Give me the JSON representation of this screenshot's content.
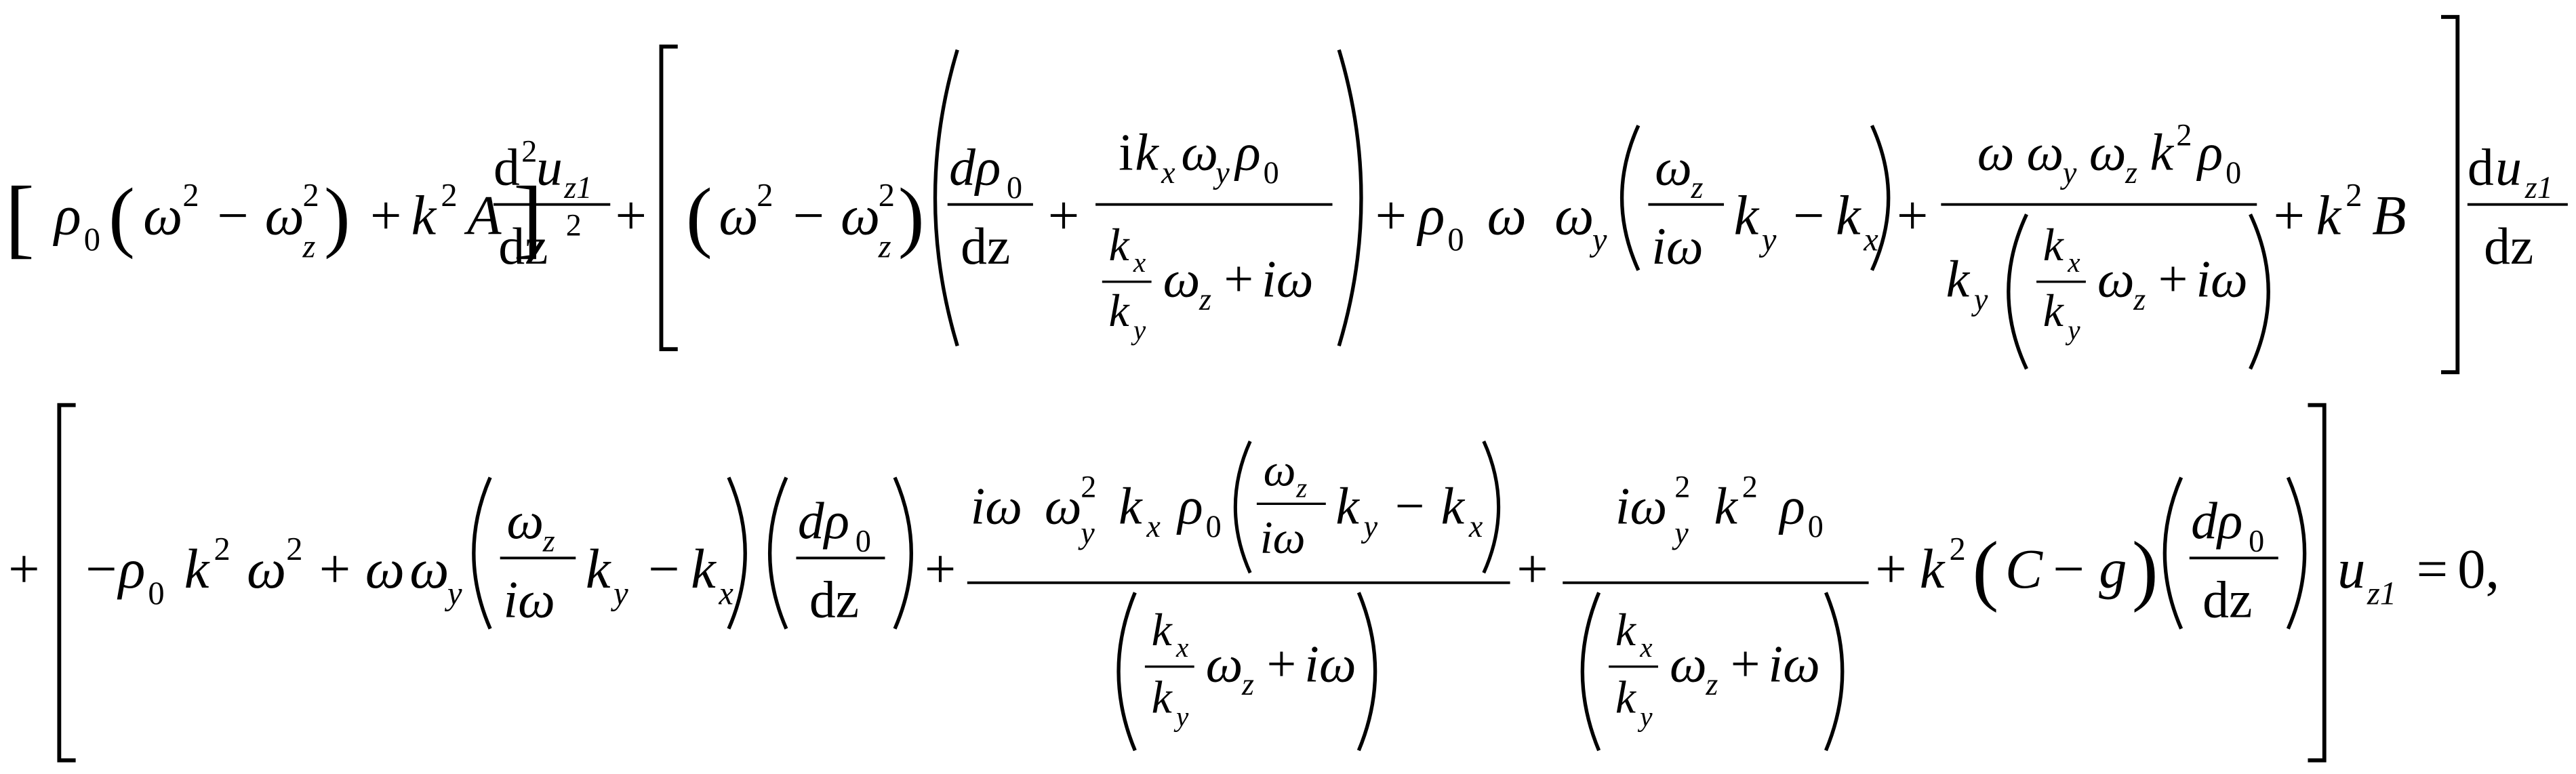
{
  "equation": {
    "line1": {
      "s1": "[",
      "s2": "ρ",
      "s3": "0",
      "s4": "(",
      "s5": "ω",
      "s6": "2",
      "s7": "−",
      "s8": "ω",
      "s9": "2",
      "s10": "z",
      "s11": ")",
      "s12": "+",
      "s13": "k",
      "s14": "2",
      "s15": "A",
      "s16": "]",
      "s17": "d",
      "s18": "2",
      "s19": "u",
      "s20": "z1",
      "s21": "dz",
      "s22": "2",
      "s23": "+",
      "s24": "(",
      "s25": "ω",
      "s26": "2",
      "s27": "−",
      "s28": "ω",
      "s29": "2",
      "s30": "z",
      "s31": ")",
      "s32": "dρ",
      "s33": "0",
      "s34": "dz",
      "s35": "+",
      "s36": "i",
      "s37": "k",
      "s38": "x",
      "s39": "ω",
      "s40": "y",
      "s41": "ρ",
      "s42": "0",
      "s43": "k",
      "s44": "x",
      "s45": "k",
      "s46": "y",
      "s47": "ω",
      "s48": "z",
      "s49": "+",
      "s50": "iω",
      "s51": "+",
      "s52": "ρ",
      "s53": "0",
      "s54": "ω",
      "s55": "ω",
      "s56": "y",
      "s57": "ω",
      "s58": "z",
      "s59": "iω",
      "s60": "k",
      "s61": "y",
      "s62": "−",
      "s63": "k",
      "s64": "x",
      "s65": "+",
      "s66": "ω",
      "s67": "ω",
      "s68": "y",
      "s69": "ω",
      "s70": "z",
      "s71": "k",
      "s72": "2",
      "s73": "ρ",
      "s74": "0",
      "s75": "k",
      "s76": "y",
      "s77": "k",
      "s78": "x",
      "s79": "k",
      "s80": "y",
      "s81": "ω",
      "s82": "z",
      "s83": "+",
      "s84": "iω",
      "s85": "+",
      "s86": "k",
      "s87": "2",
      "s88": "B",
      "s89": "d",
      "s90": "u",
      "s91": "z1",
      "s92": "dz"
    },
    "line2": {
      "s1": "+",
      "s2": "−",
      "s3": "ρ",
      "s4": "0",
      "s5": "k",
      "s6": "2",
      "s7": "ω",
      "s8": "2",
      "s9": "+",
      "s10": "ω",
      "s11": "ω",
      "s12": "y",
      "s13": "ω",
      "s14": "z",
      "s15": "iω",
      "s16": "k",
      "s17": "y",
      "s18": "−",
      "s19": "k",
      "s20": "x",
      "s21": "dρ",
      "s22": "0",
      "s23": "dz",
      "s24": "+",
      "s25": "iω",
      "s26": "ω",
      "s27": "2",
      "s28": "y",
      "s29": "k",
      "s30": "x",
      "s31": "ρ",
      "s32": "0",
      "s33": "ω",
      "s34": "z",
      "s35": "iω",
      "s36": "k",
      "s37": "y",
      "s38": "−",
      "s39": "k",
      "s40": "x",
      "s41": "k",
      "s42": "x",
      "s43": "k",
      "s44": "y",
      "s45": "ω",
      "s46": "z",
      "s47": "+",
      "s48": "iω",
      "s49": "+",
      "s50": "iω",
      "s51": "2",
      "s52": "y",
      "s53": "k",
      "s54": "2",
      "s55": "ρ",
      "s56": "0",
      "s57": "k",
      "s58": "x",
      "s59": "k",
      "s60": "y",
      "s61": "ω",
      "s62": "z",
      "s63": "+",
      "s64": "iω",
      "s65": "+",
      "s66": "k",
      "s67": "2",
      "s68": "(",
      "s69": "C",
      "s70": "−",
      "s71": "g",
      "s72": ")",
      "s73": "dρ",
      "s74": "0",
      "s75": "dz",
      "s76": "u",
      "s77": "z1",
      "s78": "=",
      "s79": "0,"
    }
  }
}
